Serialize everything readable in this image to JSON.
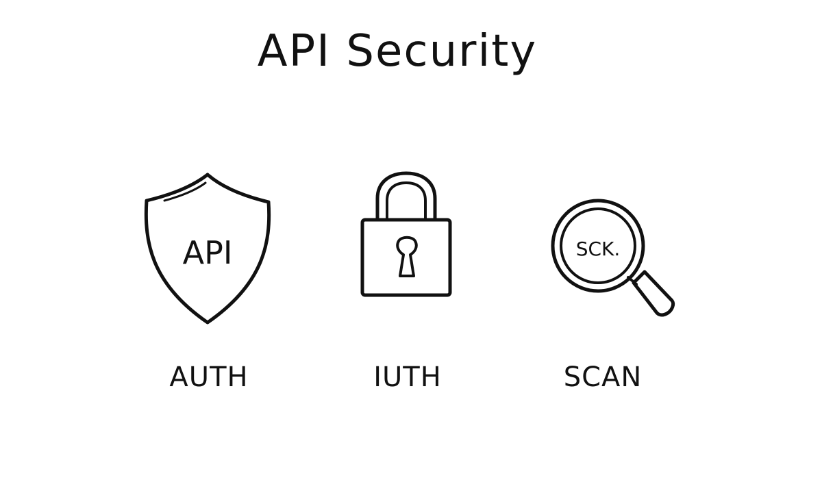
{
  "title": "API Security",
  "items": [
    {
      "icon": "shield-icon",
      "inner_text": "API",
      "label": "AUTH"
    },
    {
      "icon": "lock-icon",
      "inner_text": "",
      "label": "IUTH"
    },
    {
      "icon": "magnifier-icon",
      "inner_text": "SCK.",
      "label": "SCAN"
    }
  ],
  "colors": {
    "background": "#ffffff",
    "ink": "#111111"
  }
}
